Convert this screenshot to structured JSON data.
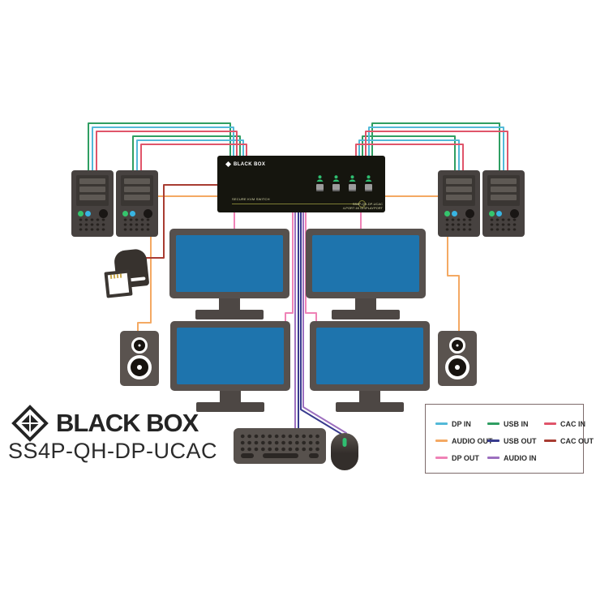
{
  "branding": {
    "logo_text": "BLACK BOX",
    "model": "SS4P-QH-DP-UCAC"
  },
  "kvm": {
    "brand": "BLACK BOX",
    "front_label_left": "SECURE KVM SWITCH",
    "front_label_right_line1": "SS4P-QH-DP-UCAC",
    "front_label_right_line2": "4-PORT 4K DISPLAYPORT",
    "port_count": 4
  },
  "legend": {
    "items": [
      {
        "id": "dp-in",
        "label": "DP IN",
        "color": "#53b9d8"
      },
      {
        "id": "usb-in",
        "label": "USB IN",
        "color": "#2f9e62"
      },
      {
        "id": "cac-in",
        "label": "CAC IN",
        "color": "#e0556a"
      },
      {
        "id": "audio-out",
        "label": "AUDIO OUT",
        "color": "#f4a963"
      },
      {
        "id": "usb-out",
        "label": "USB OUT",
        "color": "#383b8e"
      },
      {
        "id": "cac-out",
        "label": "CAC OUT",
        "color": "#a83c32"
      },
      {
        "id": "dp-out",
        "label": "DP OUT",
        "color": "#ef82b6"
      },
      {
        "id": "audio-in",
        "label": "AUDIO IN",
        "color": "#9c6fbf"
      }
    ]
  },
  "devices": {
    "computers": 4,
    "monitors": 4,
    "speakers": 2,
    "card_readers": 1,
    "keyboards": 1,
    "mice": 1
  }
}
